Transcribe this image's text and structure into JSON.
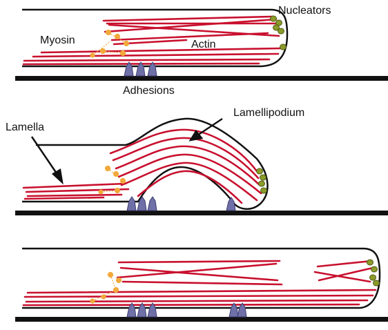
{
  "colors": {
    "membrane": "#111111",
    "substrate": "#111111",
    "actin": "#c8102e",
    "myosin": "#f2a93b",
    "nucleator": "#8c9a2a",
    "nucleator_edge": "#4d5a12",
    "adhesion": "#7070a8",
    "adhesion_edge": "#3c3c70"
  },
  "labels": {
    "nucleators": "Nucleators",
    "myosin": "Myosin",
    "actin": "Actin",
    "adhesions": "Adhesions",
    "lamella": "Lamella",
    "lamellipodium": "Lamellipodium"
  },
  "icons": {
    "adhesion": "adhesion-complex-icon",
    "nucleator": "nucleator-blob-icon",
    "myosin": "myosin-motor-icon",
    "arrow": "arrow-pointer-icon"
  },
  "panels": [
    {
      "id": "panel-1",
      "stage": "initial"
    },
    {
      "id": "panel-2",
      "stage": "protrusion"
    },
    {
      "id": "panel-3",
      "stage": "new-adhesion"
    }
  ]
}
